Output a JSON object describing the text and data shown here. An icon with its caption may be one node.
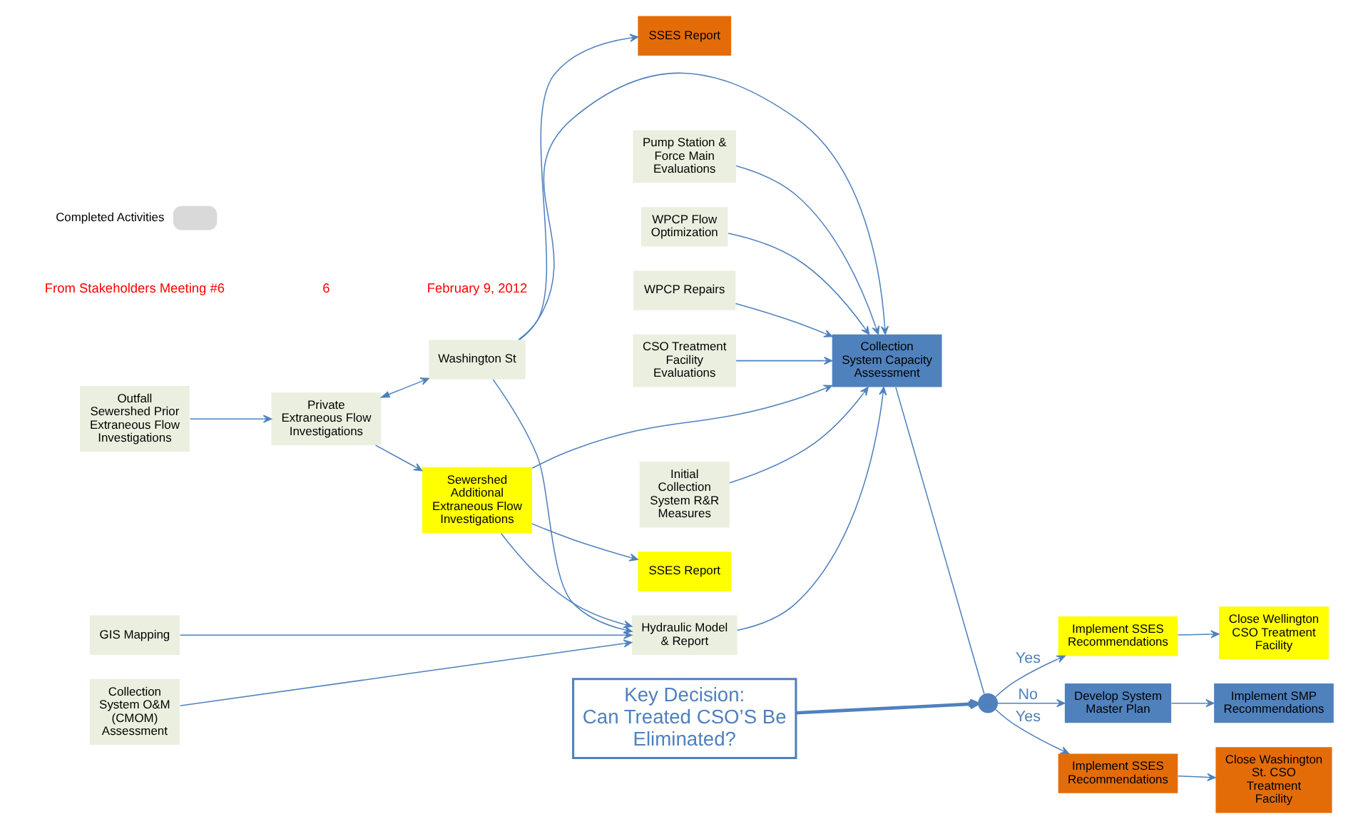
{
  "diagram": {
    "nodes": [
      {
        "text": [
          "Pump Station & Force Main Evaluations"
        ]
      },
      {
        "text": [
          "WPCP Flow Optimization"
        ]
      },
      {
        "text": [
          "WPCP Repairs"
        ]
      },
      {
        "text": [
          "CSO Treatment Facility Evaluations"
        ]
      },
      {
        "text": [
          "Initial Collection System R&R Measures"
        ]
      },
      {
        "text": [
          "Outfall Sewershed Prior Extraneous Flow Investigations"
        ]
      },
      {
        "text": [
          "Private Extraneous Flow Investigations"
        ]
      },
      {
        "text": [
          "Sewershed Additional Extraneous Flow Investigations"
        ]
      },
      {
        "text": [
          "SSES Report"
        ]
      },
      {
        "text": [
          "Implement SSES Recommendations"
        ]
      },
      {
        "text": [
          "Close Wellington CSO Treatment Facility"
        ]
      },
      {
        "text": [
          "GIS Mapping"
        ]
      },
      {
        "text": [
          "Collection System O&M (CMOM) Assessment"
        ]
      },
      {
        "text": [
          "Hydraulic Model & Report"
        ]
      },
      {
        "text": [
          "Collection System Capacity Assessment"
        ]
      },
      {
        "text": [],
        "shape": "circle"
      },
      {
        "text": [
          "Develop System Master Plan"
        ]
      },
      {
        "text": [
          "Implement SMP Recommendations"
        ]
      },
      {
        "text": [
          "Washington St"
        ]
      },
      {
        "text": [
          "Key Decision:",
          "Can Treated CSO’S Be Eliminated?"
        ]
      },
      {
        "text": [
          "SSES Report"
        ]
      },
      {
        "text": [
          "Implement SSES Recommendations"
        ]
      },
      {
        "text": [
          "Close Washington St. CSO Treatment Facility"
        ]
      }
    ],
    "edges": [
      {
        "from": 0,
        "to": 14,
        "arrow": "to"
      },
      {
        "from": 1,
        "to": 14,
        "arrow": "to"
      },
      {
        "from": 2,
        "to": 14,
        "arrow": "to"
      },
      {
        "from": 3,
        "to": 14,
        "arrow": "to"
      },
      {
        "from": 4,
        "to": 14,
        "arrow": "to"
      },
      {
        "from": 5,
        "to": 6,
        "arrow": "to"
      },
      {
        "from": 6,
        "to": 7,
        "arrow": "to"
      },
      {
        "from": 7,
        "to": 8,
        "arrow": "to"
      },
      {
        "from": 7,
        "to": 13,
        "arrow": "to"
      },
      {
        "from": 7,
        "to": 14,
        "arrow": "to"
      },
      {
        "from": 11,
        "to": 13,
        "arrow": "to"
      },
      {
        "from": 12,
        "to": 13,
        "arrow": "to"
      },
      {
        "from": 6,
        "to": 18,
        "arrow": "both"
      },
      {
        "from": 18,
        "to": 13,
        "arrow": "to"
      },
      {
        "from": 13,
        "to": 14,
        "arrow": "to"
      },
      {
        "from": 18,
        "to": 14,
        "arrow": "to"
      },
      {
        "from": 18,
        "to": 20,
        "arrow": "to"
      },
      {
        "from": 14,
        "to": 15,
        "arrow": "none"
      },
      {
        "from": 19,
        "to": 15,
        "arrow": "to",
        "style": "thick"
      },
      {
        "from": 15,
        "to": 9,
        "arrow": "to",
        "label": "Yes"
      },
      {
        "from": 15,
        "to": 16,
        "arrow": "to",
        "label": "No"
      },
      {
        "from": 15,
        "to": 21,
        "arrow": "to",
        "label": "Yes"
      },
      {
        "from": 9,
        "to": 10,
        "arrow": "to"
      },
      {
        "from": 16,
        "to": 17,
        "arrow": "to"
      },
      {
        "from": 21,
        "to": 22,
        "arrow": "to"
      }
    ],
    "labels": [
      "From Stakeholders Meeting #6",
      "6",
      "February 9, 2012"
    ],
    "legend": [
      {
        "text": "Completed Activities",
        "color": "#d9d9d9"
      }
    ]
  }
}
